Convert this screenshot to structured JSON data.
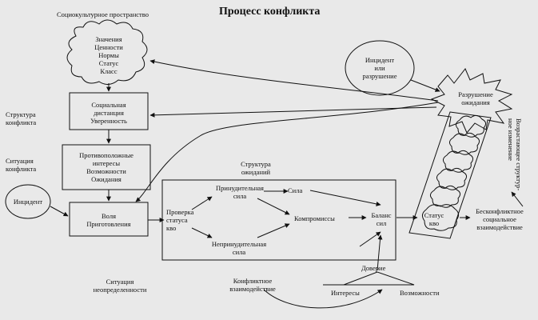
{
  "title": "Процесс конфликта",
  "left_labels": {
    "sociocultural": "Социокультурное пространство",
    "structure": [
      "Структура",
      "конфликта"
    ],
    "situation": [
      "Ситуация",
      "конфликта"
    ],
    "uncertainty": [
      "Ситуация",
      "неопределенности"
    ]
  },
  "cloud_items": [
    "Значения",
    "Ценности",
    "Нормы",
    "Статус",
    "Класс"
  ],
  "boxes": {
    "social_distance": [
      "Социальная",
      "дистанция",
      "Уверенность"
    ],
    "interests": [
      "Противоположные",
      "интересы",
      "Возможности",
      "Ожидания"
    ],
    "will": [
      "Воля",
      "Приготовления"
    ]
  },
  "incident_left": "Инцидент",
  "expectations_structure": [
    "Структура",
    "ожиданий"
  ],
  "inner": {
    "status_check": [
      "Проверка",
      "статуса",
      "кво"
    ],
    "coercive": [
      "Принудительная",
      "сила"
    ],
    "force": "Сила",
    "compromises": "Компромиссы",
    "noncoercive": [
      "Непринудительная",
      "сила"
    ]
  },
  "balance": [
    "Баланс",
    "сил"
  ],
  "incident_right": [
    "Инцидент",
    "или",
    "разрушение"
  ],
  "disruption": [
    "Разрушение",
    "ожидания"
  ],
  "status_quo": [
    "Статус",
    "кво"
  ],
  "restructuring": [
    "Возрастающее структур-",
    "ное изменение"
  ],
  "nonconflict": [
    "Бесконфликтное",
    "социальное",
    "взаимодействие"
  ],
  "trust": "Доверие",
  "interests_bottom": "Интересы",
  "opportunities_bottom": "Возможности",
  "conflict_interaction": [
    "Конфликтное",
    "взаимодействие"
  ]
}
